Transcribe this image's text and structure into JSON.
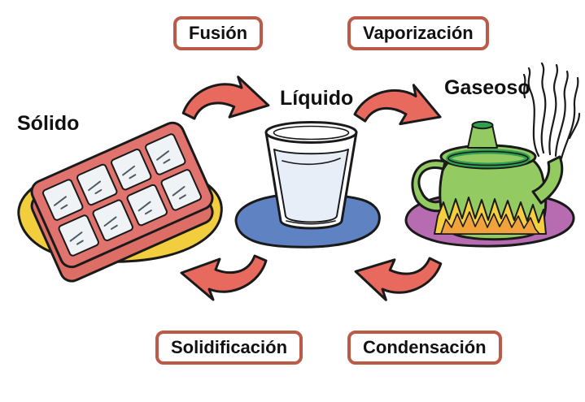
{
  "states": {
    "solid": "Sólido",
    "liquid": "Líquido",
    "gas": "Gaseoso"
  },
  "processes": {
    "fusion": "Fusión",
    "vaporization": "Vaporización",
    "solidification": "Solidificación",
    "condensation": "Condensación"
  },
  "icons": {
    "solid": "ice-cube-tray-icon",
    "liquid": "water-glass-icon",
    "gas": "teapot-with-steam-icon",
    "heat": "fire-icon"
  },
  "colors": {
    "background": "#ffffff",
    "text": "#111111",
    "outline": "#1a1a1a",
    "box-border": "#bb5a47",
    "arrow": "#e8695e",
    "tray": "#e0736e",
    "tray-side": "#dd6e66",
    "ice": "#f0f3f6",
    "ice-mark": "#4d5a63",
    "solid-base": "#f2ce3e",
    "liquid-base": "#5f82c3",
    "water": "#e7eef7",
    "glass": "#ffffff",
    "gas-base": "#b76cb2",
    "teapot": "#93cb62",
    "teapot-dark": "#2f9e50",
    "flame-outer": "#f5cf3f",
    "flame-inner": "#f0a23c",
    "steam": "#ffffff"
  }
}
